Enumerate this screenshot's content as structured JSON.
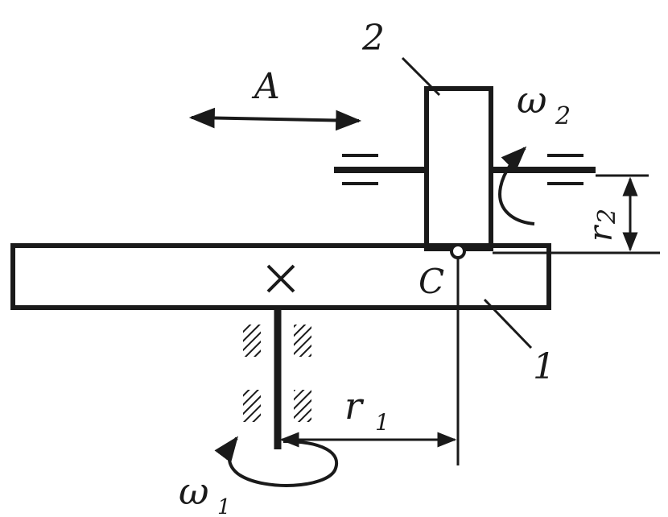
{
  "labels": {
    "part_2": "2",
    "part_1": "1",
    "motion_a": "A",
    "omega_2": "ω",
    "omega_2_sub": "2",
    "omega_1": "ω",
    "omega_1_sub": "1",
    "radius_2": "r",
    "radius_2_sub": "2",
    "radius_1": "r",
    "radius_1_sub": "1",
    "contact_point": "C"
  },
  "colors": {
    "ink": "#1a1a1a",
    "background": "#ffffff"
  }
}
